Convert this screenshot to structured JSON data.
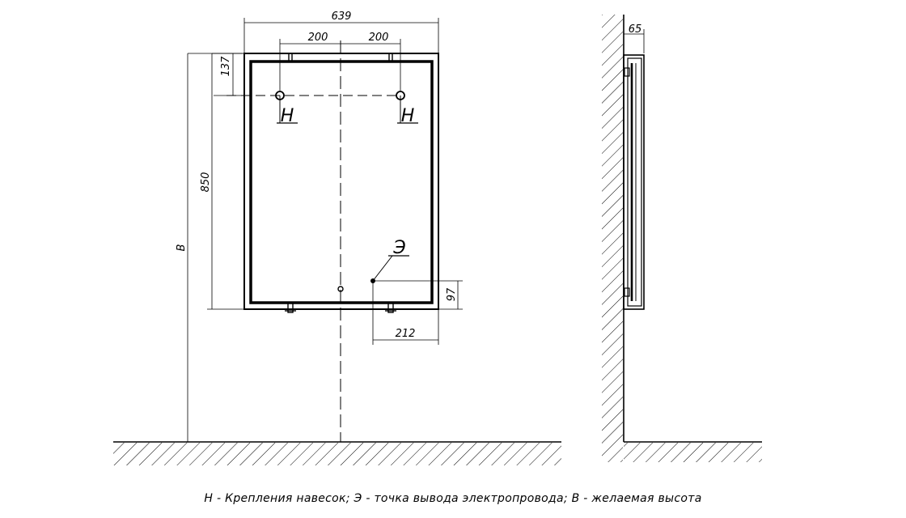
{
  "front_view": {
    "dims": {
      "total_width": "639",
      "left_spacing": "200",
      "right_spacing": "200",
      "top_offset": "137",
      "height": "850",
      "desired_height": "В",
      "outlet_height": "97",
      "outlet_width": "212"
    },
    "labels": {
      "mount_left": "Н",
      "mount_right": "Н",
      "outlet": "Э"
    }
  },
  "side_view": {
    "dims": {
      "depth": "65"
    }
  },
  "legend": "Н - Крепления навесок; Э - точка вывода электропровода; В - желаемая высота"
}
